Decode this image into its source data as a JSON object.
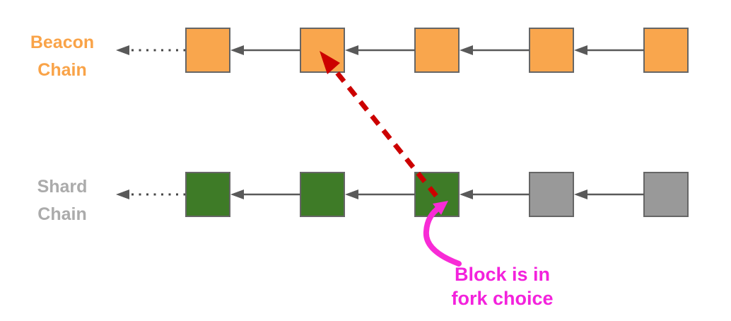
{
  "colors": {
    "background": "#ffffff",
    "connector": "#595959",
    "dot": "#474747",
    "block_border": "#666666",
    "red_arrow": "#cc0000",
    "magenta": "#F82BD6",
    "beacon_label": "#F9A348",
    "shard_label": "#ABABAB",
    "annotation_text": "#F322DC"
  },
  "beacon_chain": {
    "label_line1": "Beacon",
    "label_line2": "Chain",
    "blocks": [
      {
        "color": "#F9A64D"
      },
      {
        "color": "#F9A64D"
      },
      {
        "color": "#F9A64D"
      },
      {
        "color": "#F9A64D"
      },
      {
        "color": "#F9A64D"
      }
    ]
  },
  "shard_chain": {
    "label_line1": "Shard",
    "label_line2": "Chain",
    "blocks": [
      {
        "color": "#3E7B27"
      },
      {
        "color": "#3E7B27"
      },
      {
        "color": "#3E7B27"
      },
      {
        "color": "#999999"
      },
      {
        "color": "#999999"
      }
    ]
  },
  "annotation": {
    "line1": "Block is in",
    "line2": "fork choice"
  }
}
